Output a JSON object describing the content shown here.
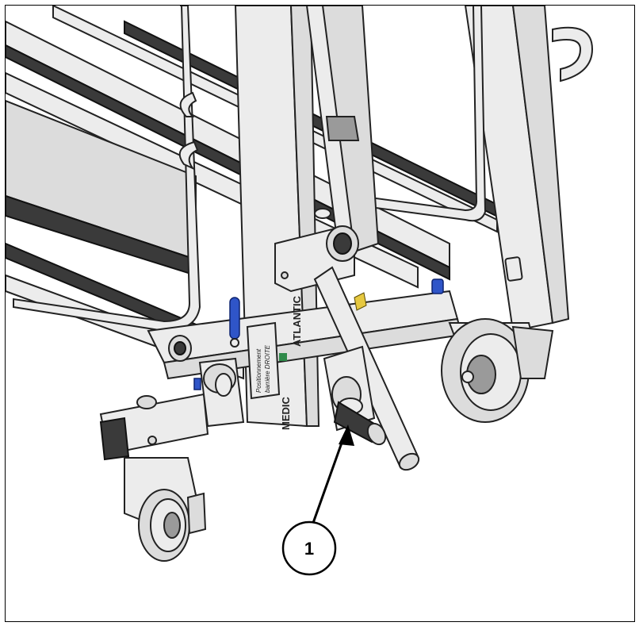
{
  "brand": {
    "prefix": "MEDIC",
    "name": "ATLANTIC"
  },
  "side_label": {
    "line1": "Positionnement",
    "line2": "barrière DROITE"
  },
  "callouts": [
    {
      "number": "1"
    }
  ],
  "colors": {
    "frame_border": "#000000",
    "steel": "#dcdcdc",
    "blue_clip": "#2f55c8",
    "brand_green": "#2f8a4a"
  }
}
